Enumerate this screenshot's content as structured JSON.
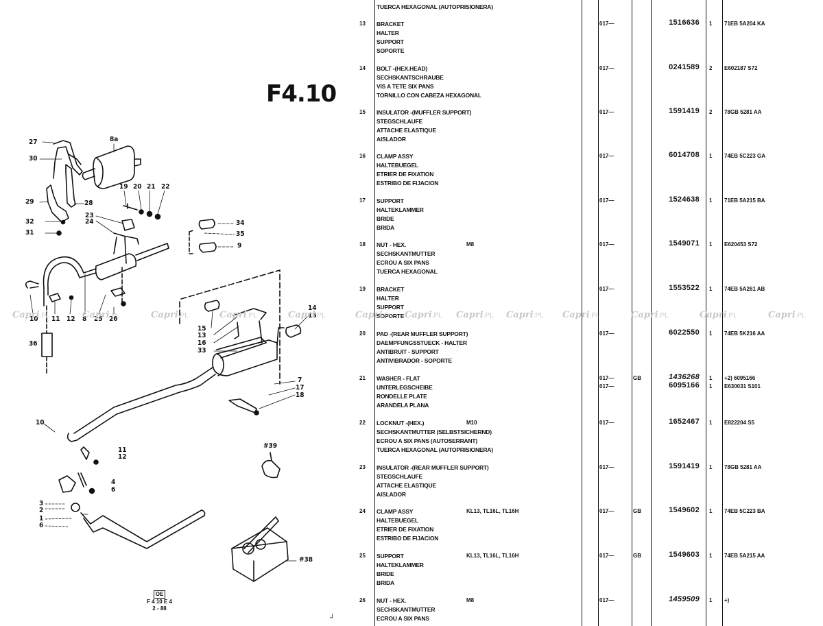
{
  "figure": {
    "title": "F4.10",
    "footer_code_box": "OE",
    "footer_ref": "F 4 10 E 4",
    "footer_date": "2 - 88",
    "corner_mark": "┘"
  },
  "watermark": {
    "script": "Capri",
    "suffix": ".PL"
  },
  "callouts": [
    {
      "id": "27",
      "label": "27"
    },
    {
      "id": "30",
      "label": "30"
    },
    {
      "id": "8a",
      "label": "8a"
    },
    {
      "id": "19",
      "label": "19"
    },
    {
      "id": "20",
      "label": "20"
    },
    {
      "id": "21",
      "label": "21"
    },
    {
      "id": "22",
      "label": "22"
    },
    {
      "id": "29",
      "label": "29"
    },
    {
      "id": "28",
      "label": "28"
    },
    {
      "id": "23",
      "label": "23"
    },
    {
      "id": "24",
      "label": "24"
    },
    {
      "id": "32",
      "label": "32"
    },
    {
      "id": "31",
      "label": "31"
    },
    {
      "id": "34",
      "label": "34"
    },
    {
      "id": "35",
      "label": "35"
    },
    {
      "id": "9",
      "label": "9"
    },
    {
      "id": "10a",
      "label": "10"
    },
    {
      "id": "11a",
      "label": "11"
    },
    {
      "id": "12a",
      "label": "12"
    },
    {
      "id": "8",
      "label": "8"
    },
    {
      "id": "25",
      "label": "25"
    },
    {
      "id": "26",
      "label": "26"
    },
    {
      "id": "14",
      "label": "14"
    },
    {
      "id": "15b",
      "label": "15"
    },
    {
      "id": "15a",
      "label": "15"
    },
    {
      "id": "13",
      "label": "13"
    },
    {
      "id": "16",
      "label": "16"
    },
    {
      "id": "33",
      "label": "33"
    },
    {
      "id": "36",
      "label": "36"
    },
    {
      "id": "7",
      "label": "7"
    },
    {
      "id": "17",
      "label": "17"
    },
    {
      "id": "18",
      "label": "18"
    },
    {
      "id": "10b",
      "label": "10"
    },
    {
      "id": "11b",
      "label": "11"
    },
    {
      "id": "12b",
      "label": "12"
    },
    {
      "id": "39",
      "label": "#39"
    },
    {
      "id": "4",
      "label": "4"
    },
    {
      "id": "6a",
      "label": "6"
    },
    {
      "id": "3",
      "label": "3"
    },
    {
      "id": "2",
      "label": "2"
    },
    {
      "id": "1",
      "label": "1"
    },
    {
      "id": "6b",
      "label": "6"
    },
    {
      "id": "38",
      "label": "#38"
    }
  ],
  "parts": [
    {
      "num": "",
      "desc": [
        "TUERCA HEXAGONAL (AUTOPRISIONERA)"
      ],
      "spec": "",
      "from": "",
      "cc": "",
      "part": "",
      "qty": "",
      "eng": ""
    },
    {
      "num": "13",
      "desc": [
        "BRACKET",
        "HALTER",
        "SUPPORT",
        "SOPORTE"
      ],
      "spec": "",
      "from": "017—",
      "cc": "",
      "part": "1516636",
      "qty": "1",
      "eng": "71EB 5A204 KA"
    },
    {
      "num": "14",
      "desc": [
        "BOLT -(HEX.HEAD)",
        "SECHSKANTSCHRAUBE",
        "VIS A TETE SIX PANS",
        "TORNILLO CON CABEZA HEXAGONAL"
      ],
      "spec": "",
      "from": "017—",
      "cc": "",
      "part": "0241589",
      "qty": "2",
      "eng": "E602187 S72"
    },
    {
      "num": "15",
      "desc": [
        "INSULATOR -(MUFFLER SUPPORT)",
        "STEGSCHLAUFE",
        "ATTACHE ELASTIQUE",
        "AISLADOR"
      ],
      "spec": "",
      "from": "017—",
      "cc": "",
      "part": "1591419",
      "qty": "2",
      "eng": "78GB 5281 AA"
    },
    {
      "num": "16",
      "desc": [
        "CLAMP ASSY",
        "HALTEBUEGEL",
        "ETRIER DE FIXATION",
        "ESTRIBO DE FIJACION"
      ],
      "spec": "",
      "from": "017—",
      "cc": "",
      "part": "6014708",
      "qty": "1",
      "eng": "74EB 5C223 GA"
    },
    {
      "num": "17",
      "desc": [
        "SUPPORT",
        "HALTEKLAMMER",
        "BRIDE",
        "BRIDA"
      ],
      "spec": "",
      "from": "017—",
      "cc": "",
      "part": "1524638",
      "qty": "1",
      "eng": "71EB 5A215 BA"
    },
    {
      "num": "18",
      "desc": [
        "NUT - HEX.",
        "SECHSKANTMUTTER",
        "ECROU A SIX PANS",
        "TUERCA HEXAGONAL"
      ],
      "spec": "M8",
      "from": "017—",
      "cc": "",
      "part": "1549071",
      "qty": "1",
      "eng": "E620453 S72"
    },
    {
      "num": "19",
      "desc": [
        "BRACKET",
        "HALTER",
        "SUPPORT",
        "SOPORTE"
      ],
      "spec": "",
      "from": "017—",
      "cc": "",
      "part": "1553522",
      "qty": "1",
      "eng": "74EB 5A261 AB"
    },
    {
      "num": "20",
      "desc": [
        "PAD -(REAR MUFFLER SUPPORT)",
        "DAEMPFUNGSSTUECK - HALTER",
        "ANTIBRUIT - SUPPORT",
        "ANTIVIBRADOR - SOPORTE"
      ],
      "spec": "",
      "from": "017—",
      "cc": "",
      "part": "6022550",
      "qty": "1",
      "eng": "74EB 5K216 AA"
    },
    {
      "num": "21",
      "desc": [
        "WASHER - FLAT",
        "UNTERLEGSCHEIBE",
        "RONDELLE PLATE",
        "ARANDELA PLANA"
      ],
      "spec": "",
      "from": "017—",
      "cc": "GB",
      "part": "1436268",
      "part_italic": true,
      "qty": "1",
      "eng": "+2) 6095166",
      "extra": {
        "from": "017—",
        "part": "6095166",
        "qty": "1",
        "eng": "E630031 S101"
      }
    },
    {
      "num": "22",
      "desc": [
        "LOCKNUT -(HEX.)",
        "SECHSKANTMUTTER (SELBSTSICHERND)",
        "ECROU A SIX PANS (AUTOSERRANT)",
        "TUERCA HEXAGONAL (AUTOPRISIONERA)"
      ],
      "spec": "M10",
      "from": "017—",
      "cc": "",
      "part": "1652467",
      "qty": "1",
      "eng": "E822204 S5"
    },
    {
      "num": "23",
      "desc": [
        "INSULATOR -(REAR MUFFLER SUPPORT)",
        "STEGSCHLAUFE",
        "ATTACHE ELASTIQUE",
        "AISLADOR"
      ],
      "spec": "",
      "from": "017—",
      "cc": "",
      "part": "1591419",
      "qty": "1",
      "eng": "78GB 5281 AA"
    },
    {
      "num": "24",
      "desc": [
        "CLAMP ASSY",
        "HALTEBUEGEL",
        "ETRIER DE FIXATION",
        "ESTRIBO DE FIJACION"
      ],
      "spec": "KL13, TL16L, TL16H",
      "from": "017—",
      "cc": "GB",
      "part": "1549602",
      "qty": "1",
      "eng": "74EB 5C223 BA"
    },
    {
      "num": "25",
      "desc": [
        "SUPPORT",
        "HALTEKLAMMER",
        "BRIDE",
        "BRIDA"
      ],
      "spec": "KL13, TL16L, TL16H",
      "from": "017—",
      "cc": "GB",
      "part": "1549603",
      "qty": "1",
      "eng": "74EB 5A215 AA"
    },
    {
      "num": "26",
      "desc": [
        "NUT - HEX.",
        "SECHSKANTMUTTER",
        "ECROU A SIX PANS"
      ],
      "spec": "M8",
      "from": "017—",
      "cc": "",
      "part": "1459509",
      "part_italic": true,
      "qty": "1",
      "eng": "+)"
    }
  ]
}
